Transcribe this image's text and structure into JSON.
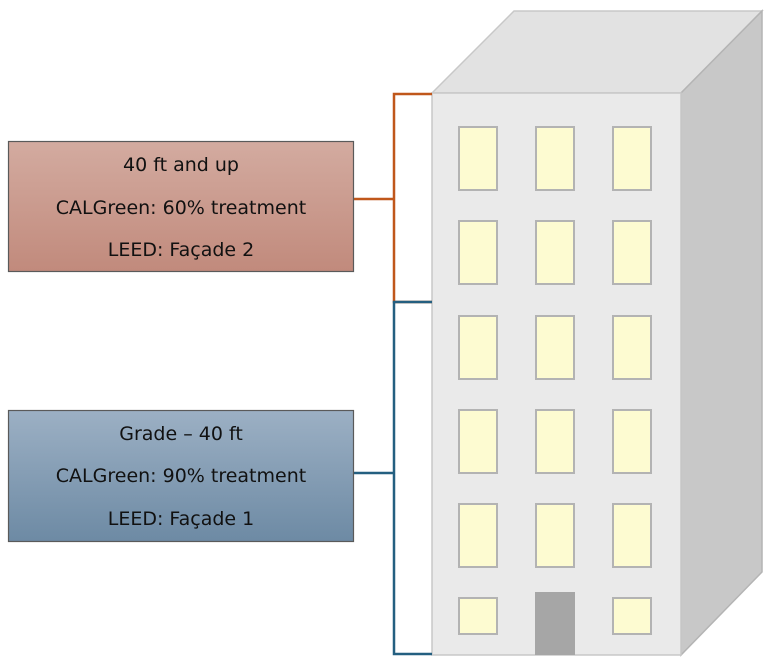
{
  "upper_zone": {
    "lines": [
      "40 ft and up",
      "CALGreen: 60% treatment",
      "LEED: Façade 2"
    ],
    "fill_top": "#d3aba0",
    "fill_bottom": "#c18a7c",
    "bracket_color": "#c0571b"
  },
  "lower_zone": {
    "lines": [
      "Grade – 40 ft",
      "CALGreen: 90% treatment",
      "LEED: Façade 1"
    ],
    "fill_top": "#9cb0c4",
    "fill_bottom": "#6d8aa4",
    "bracket_color": "#245f80"
  },
  "building": {
    "facade_color": "#eaeaea",
    "side_color": "#c8c8c8",
    "roof_color": "#e2e2e2",
    "window_color": "#fdfbd1",
    "door_color": "#a6a6a6",
    "window_rows": 6,
    "window_cols": 3
  }
}
